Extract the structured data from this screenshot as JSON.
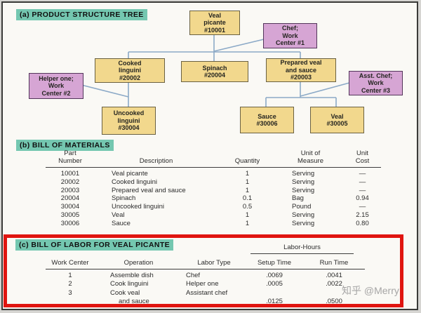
{
  "figure": {
    "watermark": "知乎 @Merry",
    "colors": {
      "item_box_fill": "#f2d88d",
      "workcenter_box_fill": "#d6a5d4",
      "section_highlight": "#74c7b0",
      "connector_blue": "#8ba9c7",
      "highlight_red_box": "#e01510"
    }
  },
  "tree": {
    "section_label": "(a) PRODUCT STRUCTURE TREE",
    "nodes": {
      "veal_picante": "Veal\npicante\n#10001",
      "chef": "Chef;\nWork\nCenter #1",
      "cooked_linguini": "Cooked\nlinguini\n#20002",
      "spinach": "Spinach\n#20004",
      "prepared_veal": "Prepared veal\nand sauce\n#20003",
      "helper_one": "Helper one;\nWork\nCenter #2",
      "asst_chef": "Asst. Chef;\nWork\nCenter #3",
      "uncooked_linguini": "Uncooked\nlinguini\n#30004",
      "sauce": "Sauce\n#30006",
      "veal": "Veal\n#30005"
    }
  },
  "bom": {
    "section_label": "(b) BILL OF MATERIALS",
    "headers": {
      "part": "Part\nNumber",
      "desc": "Description",
      "qty": "Quantity",
      "uom": "Unit of\nMeasure",
      "cost": "Unit\nCost"
    },
    "rows": [
      {
        "part": "10001",
        "desc": "Veal picante",
        "qty": "1",
        "uom": "Serving",
        "cost": "—"
      },
      {
        "part": "20002",
        "desc": "Cooked linguini",
        "qty": "1",
        "uom": "Serving",
        "cost": "—"
      },
      {
        "part": "20003",
        "desc": "Prepared veal and sauce",
        "qty": "1",
        "uom": "Serving",
        "cost": "—"
      },
      {
        "part": "20004",
        "desc": "Spinach",
        "qty": "0.1",
        "uom": "Bag",
        "cost": "0.94"
      },
      {
        "part": "30004",
        "desc": "Uncooked linguini",
        "qty": "0.5",
        "uom": "Pound",
        "cost": "—"
      },
      {
        "part": "30005",
        "desc": "Veal",
        "qty": "1",
        "uom": "Serving",
        "cost": "2.15"
      },
      {
        "part": "30006",
        "desc": "Sauce",
        "qty": "1",
        "uom": "Serving",
        "cost": "0.80"
      }
    ]
  },
  "bol": {
    "section_label": "(c) BILL OF LABOR FOR VEAL PICANTE",
    "group_header": "Labor-Hours",
    "headers": {
      "wc": "Work Center",
      "op": "Operation",
      "lt": "Labor Type",
      "setup": "Setup Time",
      "run": "Run Time"
    },
    "rows": [
      {
        "wc": "1",
        "op": "Assemble dish",
        "lt": "Chef",
        "setup": ".0069",
        "run": ".0041"
      },
      {
        "wc": "2",
        "op": "Cook linguini",
        "lt": "Helper one",
        "setup": ".0005",
        "run": ".0022"
      },
      {
        "wc": "3",
        "op": "Cook veal",
        "lt": "Assistant chef",
        "setup": "",
        "run": ""
      },
      {
        "wc": "",
        "op": "and sauce",
        "lt": "",
        "setup": ".0125",
        "run": ".0500"
      }
    ]
  }
}
